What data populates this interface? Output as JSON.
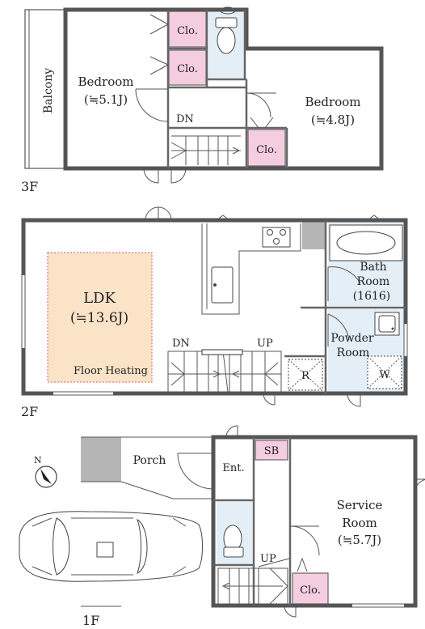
{
  "floors": {
    "third": {
      "label": "3F"
    },
    "second": {
      "label": "2F"
    },
    "first": {
      "label": "1F"
    }
  },
  "rooms": {
    "balcony": "Balcony",
    "bedroom_left": {
      "name": "Bedroom",
      "size": "(≒5.1J)"
    },
    "bedroom_right": {
      "name": "Bedroom",
      "size": "(≒4.8J)"
    },
    "ldk": {
      "name": "LDK",
      "size": "(≒13.6J)",
      "note": "Floor Heating"
    },
    "bath": {
      "line1": "Bath",
      "line2": "Room",
      "line3": "(1616)"
    },
    "powder": {
      "line1": "Powder",
      "line2": "Room"
    },
    "porch": "Porch",
    "entrance": "Ent.",
    "service": {
      "line1": "Service",
      "line2": "Room",
      "size": "(≒5.7J)"
    }
  },
  "labels": {
    "closet": "Clo.",
    "dn": "DN",
    "up": "UP",
    "shoe_box": "SB",
    "refrigerator": "R",
    "washer": "W",
    "north": "N"
  },
  "colors": {
    "closet": "#f5cde0",
    "ldk_floor_heating": "#fbe3c8",
    "ldk_border": "#e05a5a",
    "wet_area": "#e4eef6",
    "column": "#b5b5b5",
    "wall": "#555555"
  }
}
